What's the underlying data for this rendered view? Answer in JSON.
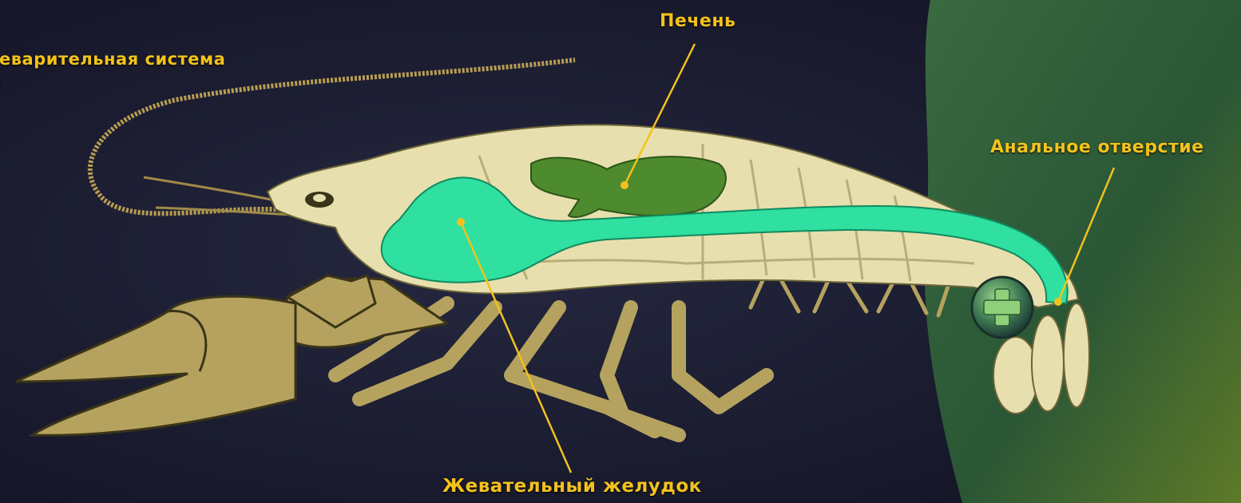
{
  "diagram": {
    "title_line1": "Пищеварительная система",
    "title_line2": "рака",
    "labels": {
      "liver": "Печень",
      "anus": "Анальное отверстие",
      "stomach": "Жевательный желудок"
    }
  },
  "colors": {
    "background": "#16172a",
    "panel": "#2e5a3a",
    "label": "#f2c21c",
    "body": "#e8dfae",
    "digestive_tract": "#2fe0a0",
    "liver": "#4e8a2e",
    "limbs": "#b5a25e"
  },
  "icons": {
    "zoom_button": "plus-icon"
  }
}
